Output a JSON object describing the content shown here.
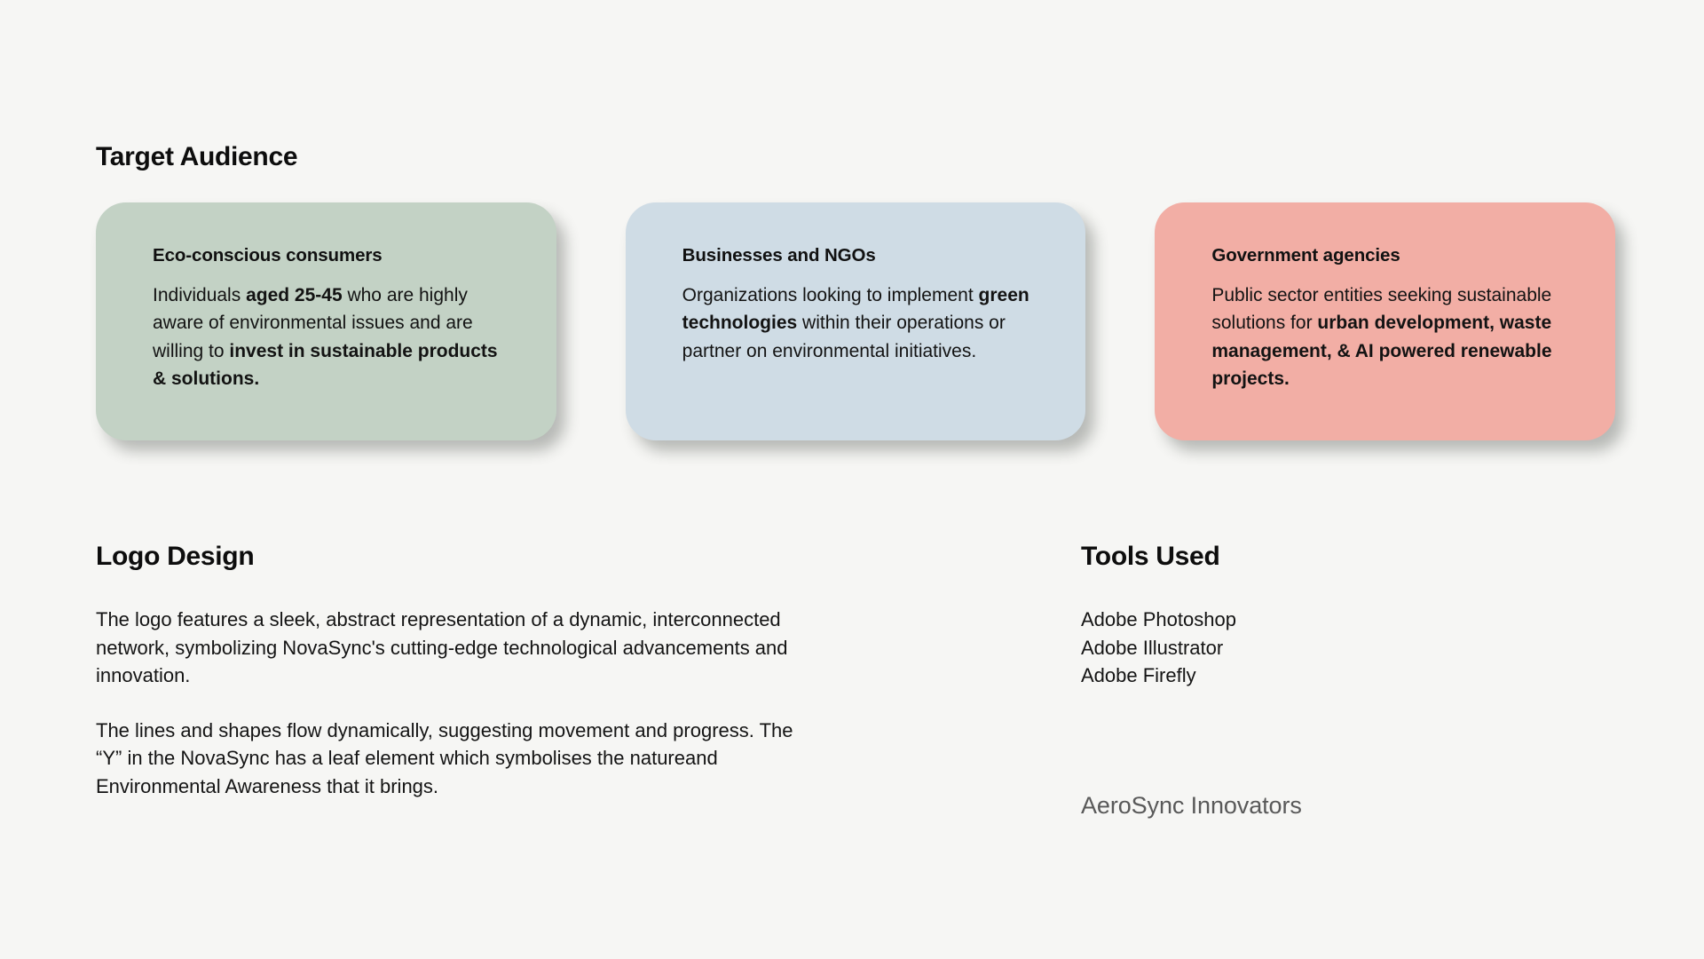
{
  "theme": {
    "background": "#f6f6f4",
    "text_primary": "#121212",
    "text_muted": "#595959",
    "card_green": "#c3d2c5",
    "card_blue": "#cfdce5",
    "card_pink": "#f2aea5"
  },
  "target_audience": {
    "heading": "Target Audience",
    "cards": [
      {
        "title": "Eco-conscious consumers",
        "body_segments": [
          {
            "text": "Individuals ",
            "bold": false
          },
          {
            "text": "aged 25-45",
            "bold": true
          },
          {
            "text": " who are highly aware of environmental issues and are willing to ",
            "bold": false
          },
          {
            "text": "invest in sustainable products & solutions.",
            "bold": true
          }
        ],
        "color": "#c3d2c5"
      },
      {
        "title": "Businesses and NGOs",
        "body_segments": [
          {
            "text": "Organizations looking to implement ",
            "bold": false
          },
          {
            "text": "green technologies",
            "bold": true
          },
          {
            "text": " within their operations or partner on environmental initiatives.",
            "bold": false
          }
        ],
        "color": "#cfdce5"
      },
      {
        "title": "Government agencies",
        "body_segments": [
          {
            "text": "Public sector entities seeking sustainable solutions for ",
            "bold": false
          },
          {
            "text": "urban development, waste management, & AI powered renewable projects.",
            "bold": true
          }
        ],
        "color": "#f2aea5"
      }
    ]
  },
  "logo_design": {
    "heading": "Logo Design",
    "paragraphs": [
      "The logo features a sleek, abstract representation of a dynamic, interconnected network, symbolizing NovaSync's cutting-edge technological advancements and innovation.",
      "The lines and shapes flow dynamically, suggesting movement and progress. The “Y” in the NovaSync has a leaf element which symbolises the natureand Environmental Awareness that it brings."
    ]
  },
  "tools_used": {
    "heading": "Tools Used",
    "items": [
      "Adobe Photoshop",
      "Adobe Illustrator",
      "Adobe Firefly"
    ]
  },
  "footer": {
    "brand": "AeroSync Innovators"
  }
}
